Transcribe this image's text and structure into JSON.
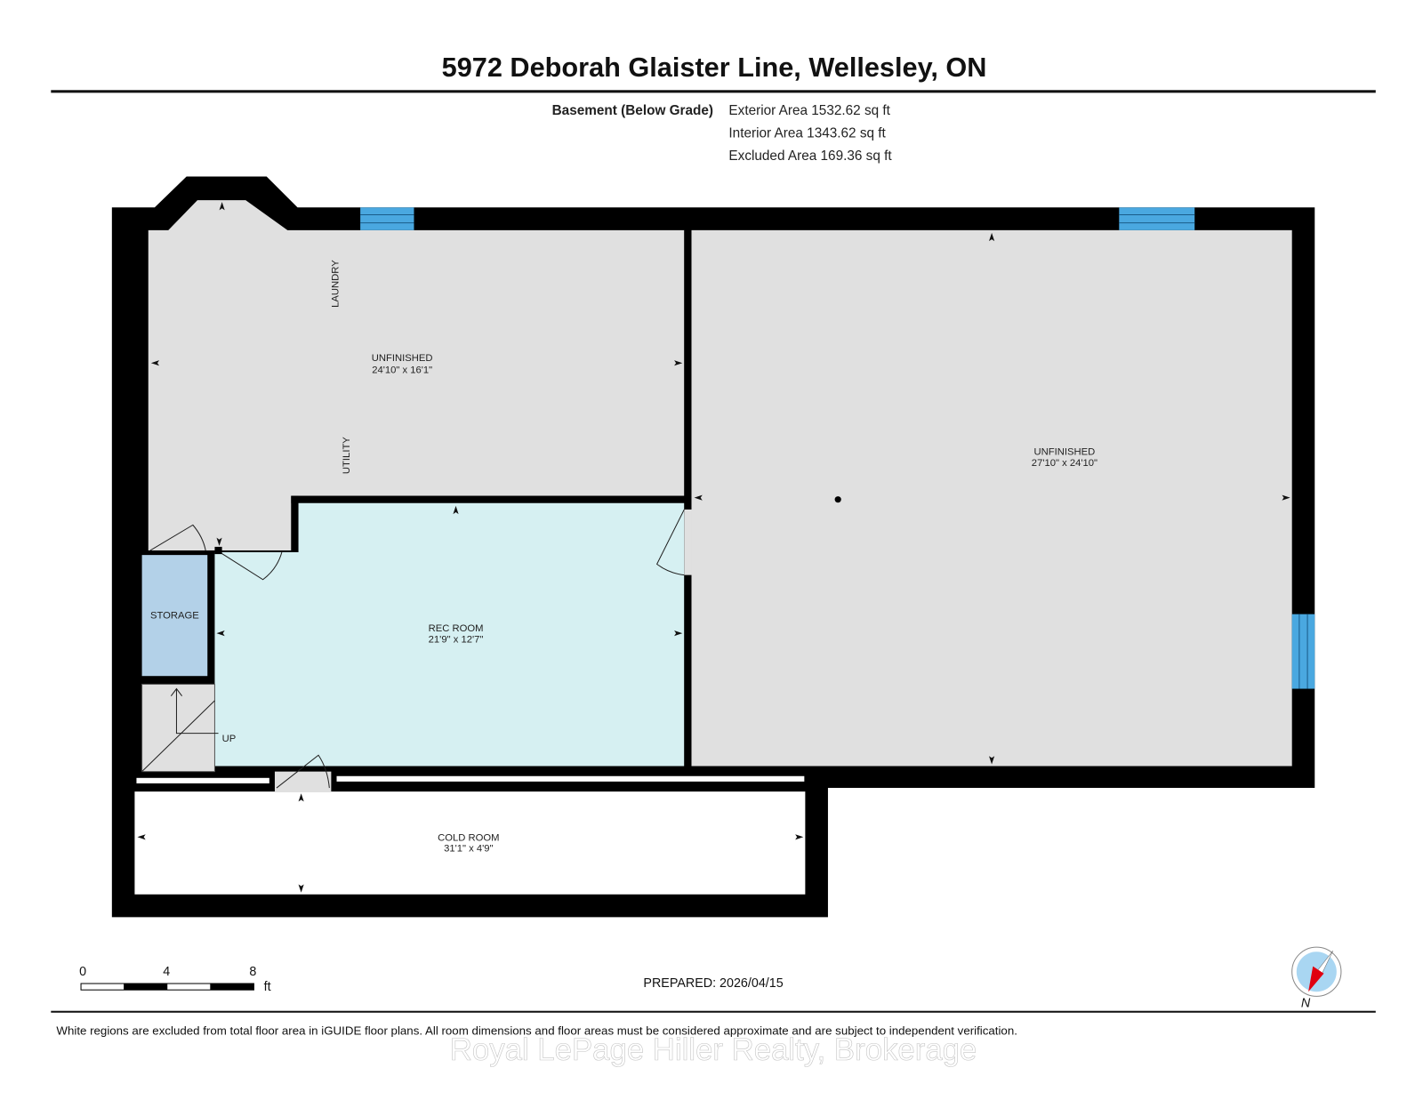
{
  "header": {
    "title": "5972 Deborah Glaister Line, Wellesley, ON"
  },
  "floor_info": {
    "level": "Basement (Below Grade)",
    "exterior_area": "Exterior Area 1532.62 sq ft",
    "interior_area": "Interior Area 1343.62 sq ft",
    "excluded_area": "Excluded Area 169.36 sq ft"
  },
  "rooms": {
    "unfinished_left": {
      "name": "UNFINISHED",
      "dims": "24'10\" x 16'1\""
    },
    "laundry": {
      "name": "LAUNDRY"
    },
    "utility": {
      "name": "UTILITY"
    },
    "unfinished_right": {
      "name": "UNFINISHED",
      "dims": "27'10\" x 24'10\""
    },
    "rec_room": {
      "name": "REC ROOM",
      "dims": "21'9\" x 12'7\""
    },
    "storage": {
      "name": "STORAGE"
    },
    "stairs": {
      "name": "UP"
    },
    "cold_room": {
      "name": "COLD ROOM",
      "dims": "31'1\" x 4'9\""
    }
  },
  "scale_bar": {
    "ticks": [
      "0",
      "4",
      "8"
    ],
    "unit": "ft"
  },
  "prepared": "PREPARED: 2026/04/15",
  "compass": {
    "label": "N"
  },
  "disclaimer": "White regions are excluded from total floor area in iGUIDE floor plans. All room dimensions and floor areas must be considered approximate and are subject to independent verification.",
  "watermark": "Royal LePage Hiller Realty, Brokerage",
  "colors": {
    "wall": "#000000",
    "unfinished": "#e0e0e0",
    "rec_room": "#d6f0f2",
    "storage": "#b3d1e8",
    "window": "#4aa8e0"
  }
}
